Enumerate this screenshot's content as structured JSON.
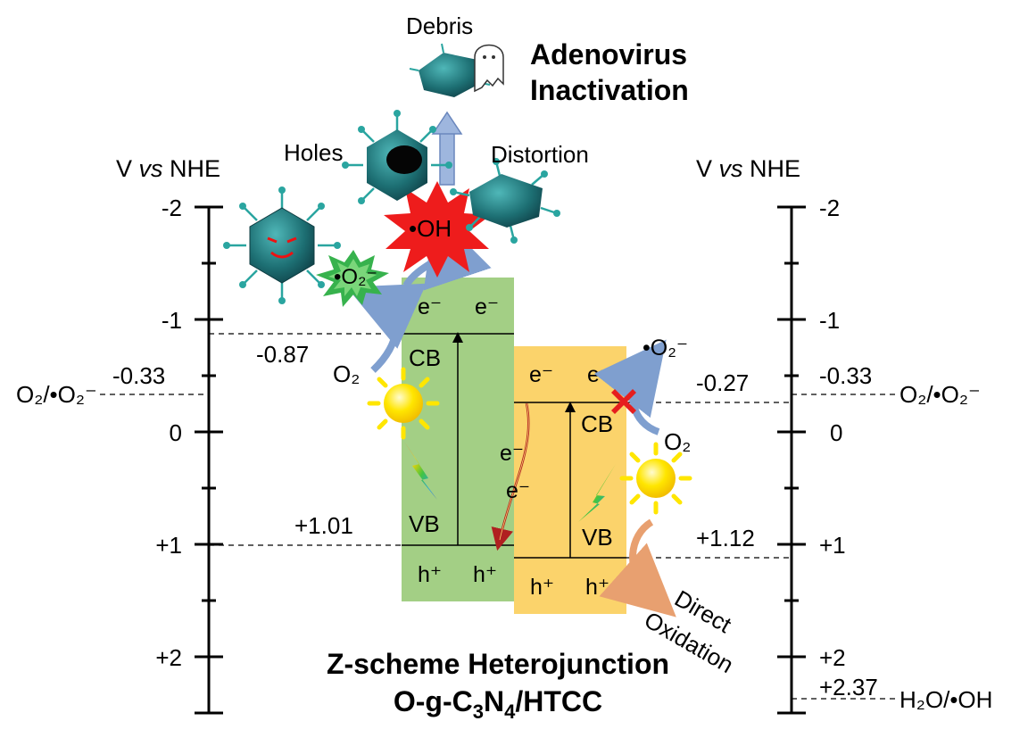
{
  "title": {
    "line1": "Adenovirus",
    "line2": "Inactivation"
  },
  "bottom_title": {
    "line1": "Z-scheme Heterojunction",
    "line2_parts": [
      "O-g-C",
      "3",
      "N",
      "4",
      "/HTCC"
    ]
  },
  "left_axis": {
    "label_prefix": "V ",
    "label_vs": "vs",
    "label_suffix": " NHE",
    "ticks": [
      "-2",
      "-1",
      "0",
      "+1",
      "+2"
    ]
  },
  "right_axis": {
    "label_prefix": "V ",
    "label_vs": "vs",
    "label_suffix": " NHE",
    "ticks": [
      "-2",
      "-1",
      "0",
      "+1",
      "+2"
    ]
  },
  "potentials": {
    "left_o2": "-0.33",
    "right_o2": "-0.33",
    "right_h2o": "+2.37",
    "g_cn_cb": "-0.87",
    "g_cn_vb": "+1.01",
    "htcc_cb": "-0.27",
    "htcc_vb": "+1.12"
  },
  "redox_labels": {
    "left_o2_couple": "O₂/•O₂⁻",
    "right_o2_couple": "O₂/•O₂⁻",
    "h2o_couple": "H₂O/•OH"
  },
  "green_band": {
    "cb": "CB",
    "vb": "VB",
    "electrons": [
      "e⁻",
      "e⁻"
    ],
    "holes": [
      "h⁺",
      "h⁺"
    ]
  },
  "yellow_band": {
    "cb": "CB",
    "vb": "VB",
    "electrons": [
      "e⁻",
      "e⁻"
    ],
    "holes": [
      "h⁺",
      "h⁺"
    ],
    "transfer_electrons": [
      "e⁻",
      "e⁻"
    ]
  },
  "species": {
    "o2_left": "O₂",
    "o2_right": "O₂",
    "superoxide_left": "•O₂⁻",
    "superoxide_right": "•O₂⁻",
    "hydroxyl": "•OH"
  },
  "virus_labels": {
    "debris": "Debris",
    "holes": "Holes",
    "distortion": "Distortion"
  },
  "direct_oxidation": {
    "line1": "Direct",
    "line2": "Oxidation"
  },
  "colors": {
    "green_band": "#a3cf85",
    "yellow_band": "#fbd36b",
    "hydroxyl_burst": "#ee1c1c",
    "superoxide_burst": "#37b24d",
    "blue_arrow": "#7f9fcf",
    "orange_arrow": "#e8a070",
    "transfer_arrow": "#b02020",
    "sun": "#ffe600",
    "virus": "#1d6f73"
  },
  "icons": [
    "sun-icon",
    "lightning-icon",
    "virus-icon",
    "ghost-icon",
    "cross-icon"
  ]
}
